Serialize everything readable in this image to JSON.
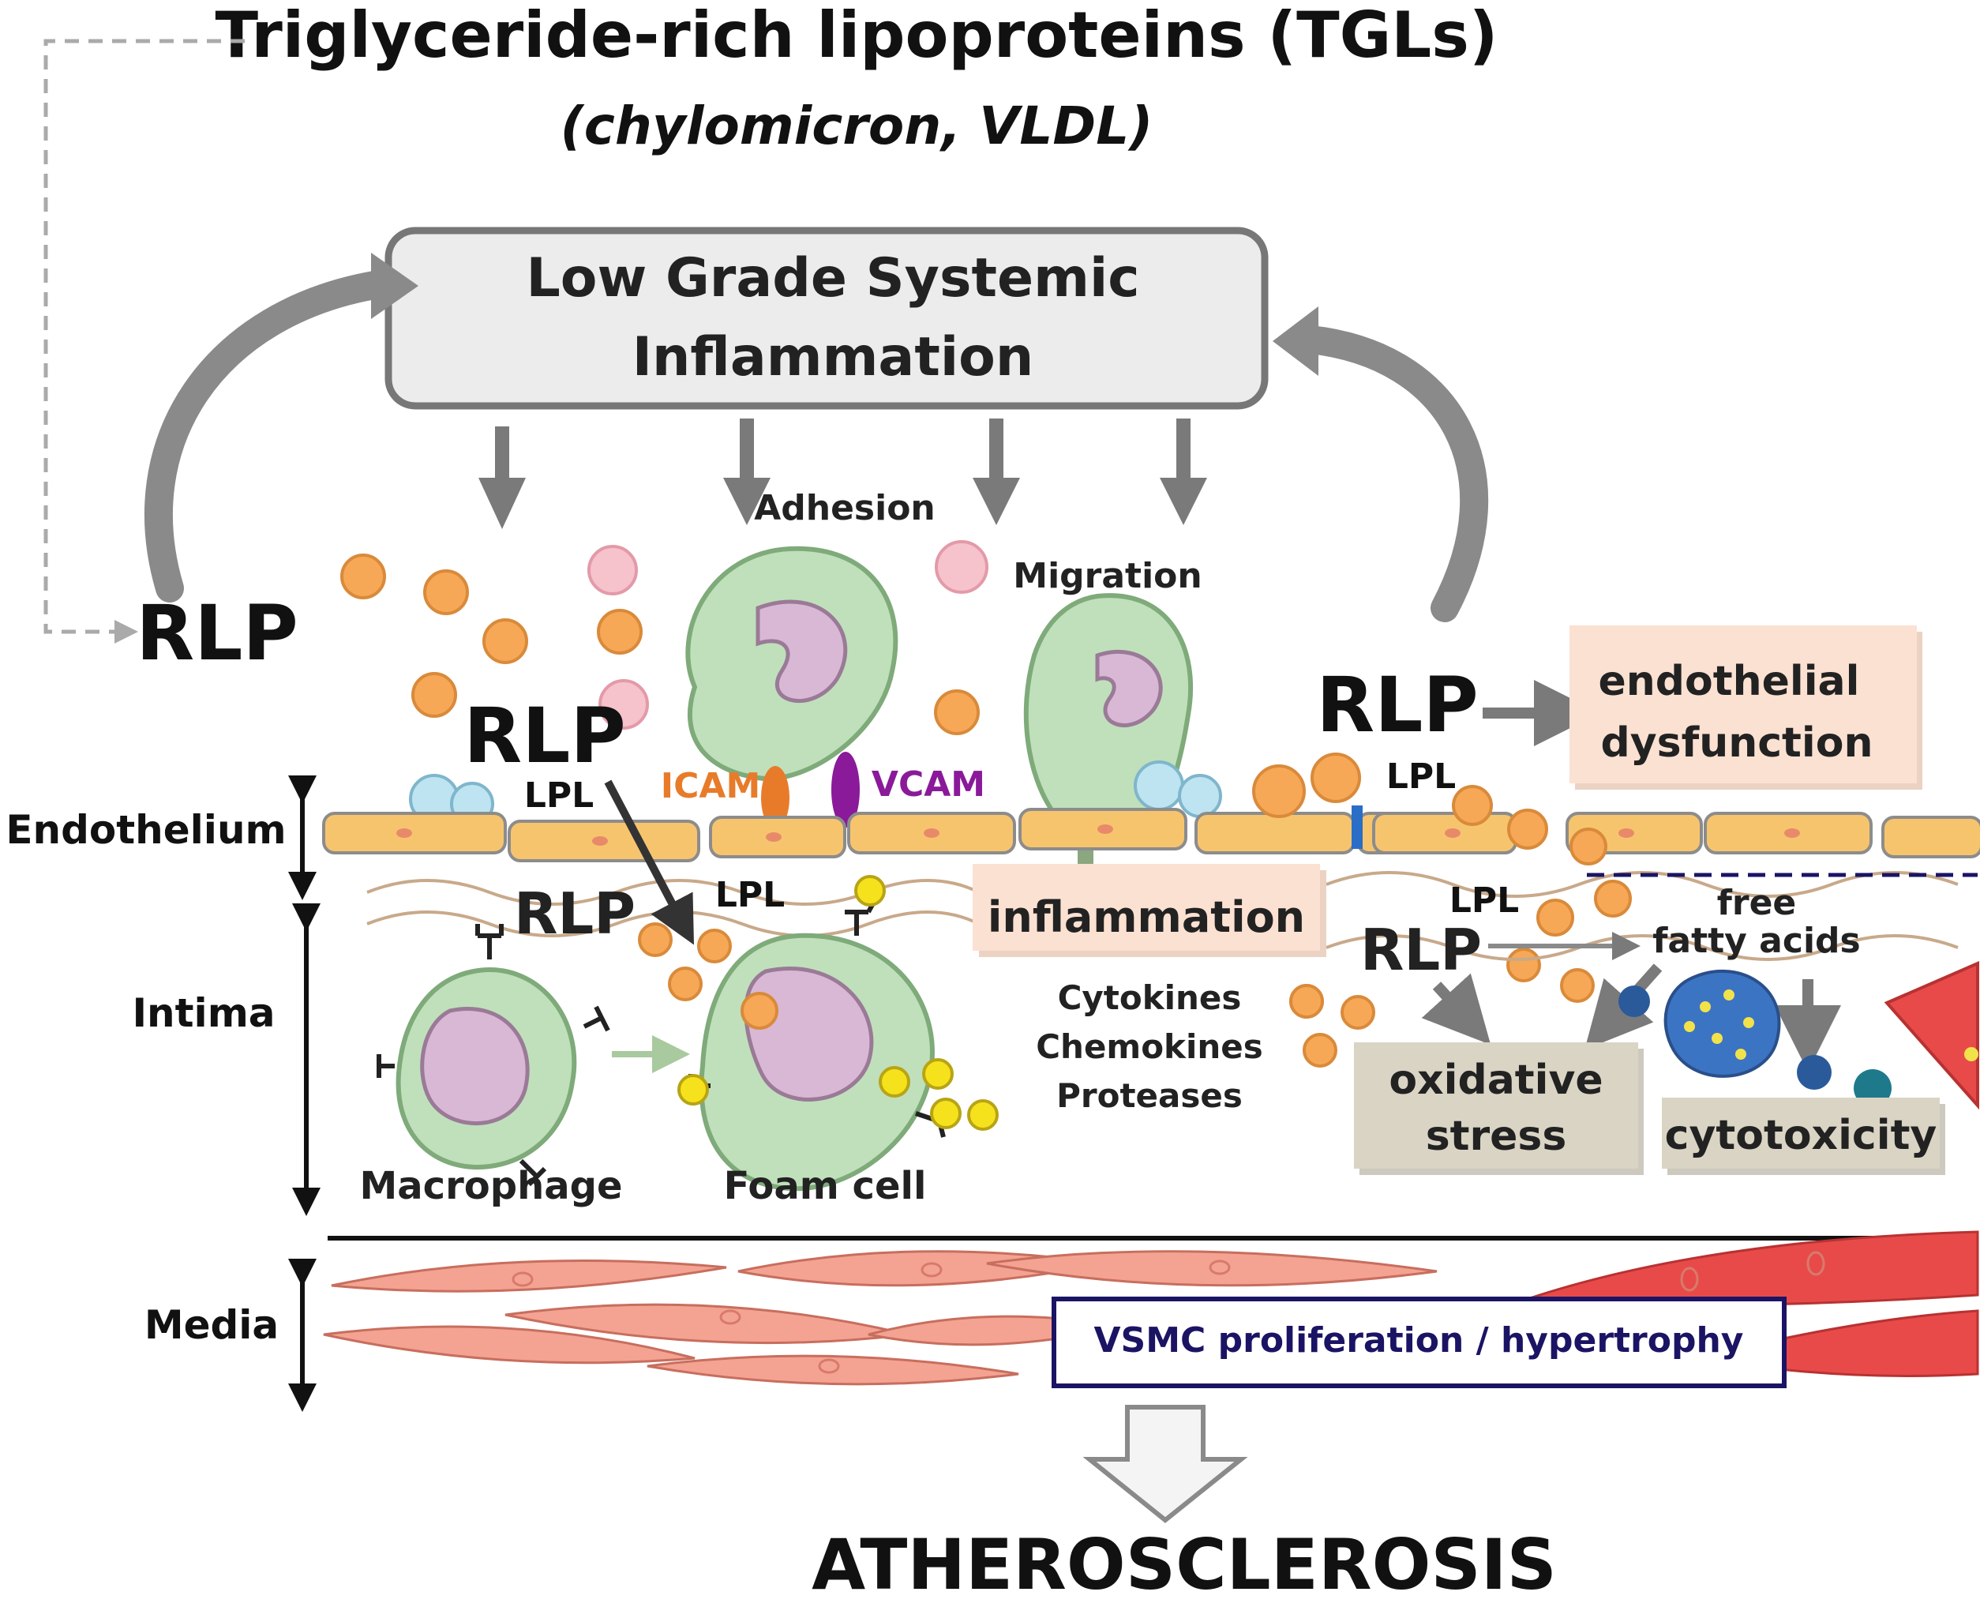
{
  "title": {
    "line1": "Triglyceride-rich lipoproteins (TGLs)",
    "line2": "(chylomicron,  VLDL)"
  },
  "central_box": {
    "line1": "Low Grade Systemic",
    "line2": "Inflammation"
  },
  "rlp_labels": {
    "left": "RLP",
    "center": "RLP",
    "intima": "RLP",
    "right": "RLP",
    "intima_right": "RLP"
  },
  "lpl_labels": {
    "endothelium_left": "LPL",
    "intima_center": "LPL",
    "endothelium_right": "LPL",
    "intima_right": "LPL"
  },
  "process_labels": {
    "adhesion": "Adhesion",
    "migration": "Migration",
    "icam": "ICAM",
    "vcam": "VCAM",
    "macrophage": "Macrophage",
    "foam_cell": "Foam cell",
    "cytokines": "Cytokines",
    "chemokines": "Chemokines",
    "proteases": "Proteases",
    "free": "free",
    "fatty_acids": "fatty acids"
  },
  "effect_boxes": {
    "endothelial_line1": "endothelial",
    "endothelial_line2": "dysfunction",
    "inflammation": "inflammation",
    "oxidative_line1": "oxidative",
    "oxidative_line2": "stress",
    "cytotoxicity": "cytotoxicity",
    "vsmc": "VSMC proliferation / hypertrophy"
  },
  "layers": {
    "endothelium": "Endothelium",
    "intima": "Intima",
    "media": "Media"
  },
  "outcome": "ATHEROSCLEROSIS",
  "colors": {
    "cell_fill": "#bfe0bb",
    "cell_stroke": "#7faa7a",
    "nucleus_fill": "#d9b8d6",
    "particle_orange": "#f6a856",
    "particle_pink": "#f6c2cc",
    "endothelial_cell": "#f7c46e",
    "smooth_muscle": "#f4a392",
    "smooth_muscle_red": "#e84a4a",
    "arrow_gray": "#7a7a7a",
    "box_peach": "#fbe1d2",
    "box_tan": "#d9d4c4",
    "icam": "#e87b2a",
    "vcam": "#8a1a9a",
    "vsmc_border": "#1b1464"
  }
}
